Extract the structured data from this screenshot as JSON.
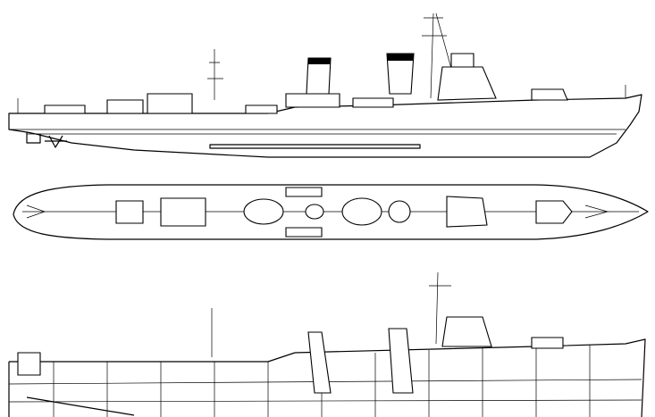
{
  "drawing": {
    "views": [
      "side-profile",
      "plan-view",
      "inboard-profile"
    ],
    "colors": {
      "line": "#000000",
      "background": "#ffffff"
    }
  }
}
